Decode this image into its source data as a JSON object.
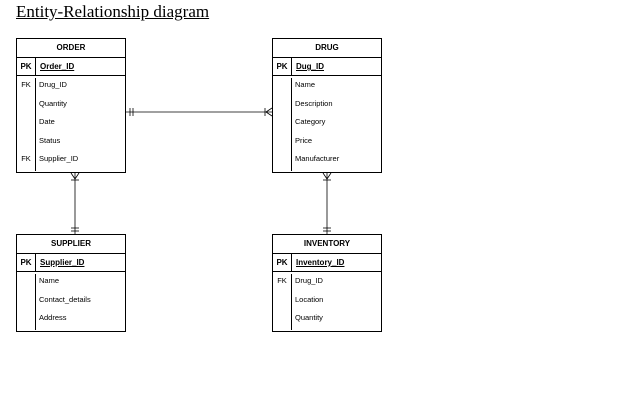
{
  "title": "Entity-Relationship diagram",
  "entities": {
    "order": {
      "name": "ORDER",
      "pk": {
        "key": "PK",
        "field": "Order_ID"
      },
      "attributes": [
        {
          "key": "FK",
          "field": "Drug_ID"
        },
        {
          "key": "",
          "field": "Quantity"
        },
        {
          "key": "",
          "field": "Date"
        },
        {
          "key": "",
          "field": "Status"
        },
        {
          "key": "FK",
          "field": "Supplier_ID"
        }
      ]
    },
    "drug": {
      "name": "DRUG",
      "pk": {
        "key": "PK",
        "field": "Dug_ID"
      },
      "attributes": [
        {
          "key": "",
          "field": "Name"
        },
        {
          "key": "",
          "field": "Description"
        },
        {
          "key": "",
          "field": "Category"
        },
        {
          "key": "",
          "field": "Price"
        },
        {
          "key": "",
          "field": "Manufacturer"
        }
      ]
    },
    "supplier": {
      "name": "SUPPLIER",
      "pk": {
        "key": "PK",
        "field": "Supplier_ID"
      },
      "attributes": [
        {
          "key": "",
          "field": "Name"
        },
        {
          "key": "",
          "field": "Contact_details"
        },
        {
          "key": "",
          "field": "Address"
        }
      ]
    },
    "inventory": {
      "name": "INVENTORY",
      "pk": {
        "key": "PK",
        "field": "Inventory_ID"
      },
      "attributes": [
        {
          "key": "FK",
          "field": "Drug_ID"
        },
        {
          "key": "",
          "field": "Location"
        },
        {
          "key": "",
          "field": "Quantity"
        }
      ]
    }
  },
  "relationships": [
    {
      "from": "order",
      "to": "drug",
      "from_end": "one-and-only-one",
      "to_end": "one-or-many"
    },
    {
      "from": "order",
      "to": "supplier",
      "from_end": "one-or-many",
      "to_end": "one-and-only-one"
    },
    {
      "from": "drug",
      "to": "inventory",
      "from_end": "one-or-many",
      "to_end": "one-and-only-one"
    }
  ]
}
